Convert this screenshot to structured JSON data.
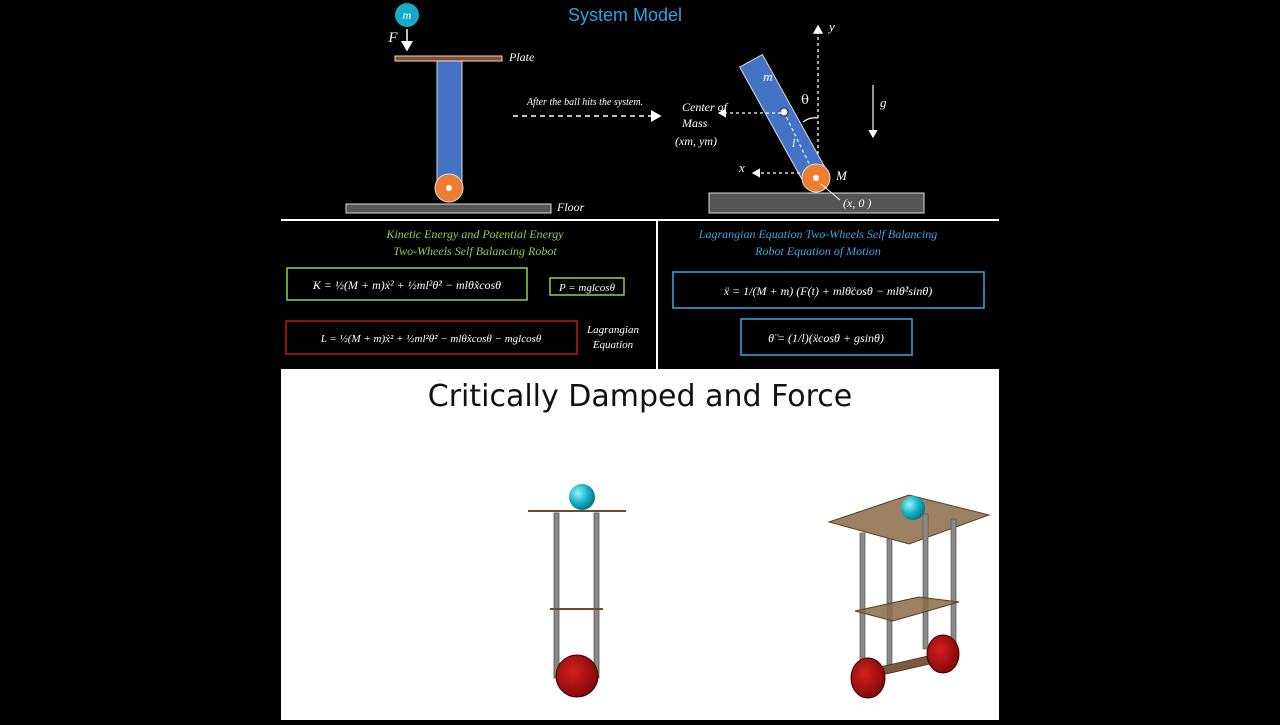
{
  "system_model": {
    "title": "System Model",
    "ball_label": "m",
    "force_label": "F",
    "plate_label": "Plate",
    "floor_label": "Floor",
    "transition_label": "After the ball hits the system.",
    "center_of_mass_line1": "Center of",
    "center_of_mass_line2": "Mass",
    "com_coords": "(xm, ym)",
    "mass_label": "m",
    "angle_label": "θ",
    "length_label": "l",
    "gravity_label": "g",
    "x_axis_label": "x",
    "y_axis_label": "y",
    "wheel_mass_label": "M",
    "contact_coords": "(x, 0 )"
  },
  "energy": {
    "heading_line1": "Kinetic Energy and Potential Energy",
    "heading_line2": "Two-Wheels Self Balancing Robot",
    "kinetic": "K = ½(M + m)ẋ² + ½ml²θ̇² − mlθ̇ẋcosθ",
    "potential": "P = mglcosθ",
    "lagrangian": "L = ½(M + m)ẋ² + ½ml²θ̇² − mlθ̇ẋcosθ − mglcosθ",
    "lagrangian_label_line1": "Lagrangian",
    "lagrangian_label_line2": "Equation"
  },
  "equations_of_motion": {
    "heading_line1": "Lagrangian Equation Two-Wheels Self Balancing",
    "heading_line2": "Robot Equation of Motion",
    "eq_x": "ẍ = 1/(M + m) (F(t) + mlθ̈cosθ − mlθ̇²sinθ)",
    "eq_theta": "θ̈ = (1/l)(ẍcosθ + gsinθ)"
  },
  "simulation": {
    "title": "Critically Damped and Force"
  },
  "colors": {
    "accent_blue": "#2aa3e6",
    "green_box": "#8fd14f",
    "red_box": "#c0161b",
    "pendulum_blue": "#4472c4",
    "wheel_orange": "#ed7d31",
    "ball_cyan": "#17a9c7"
  }
}
